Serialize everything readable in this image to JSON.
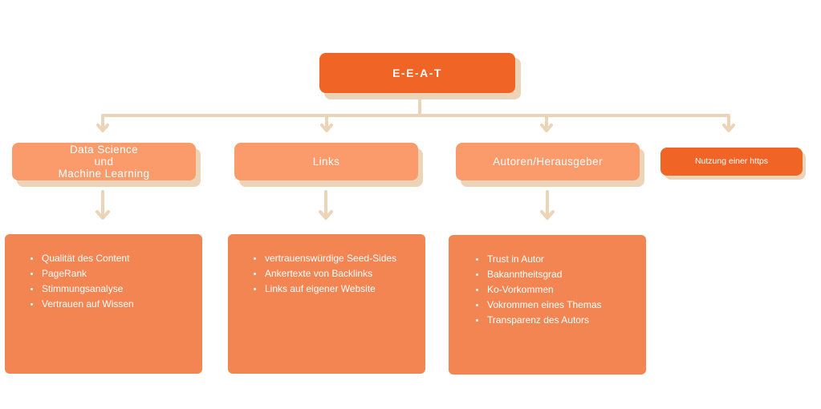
{
  "root": {
    "label": "E-E-A-T"
  },
  "categories": [
    {
      "id": "data-science",
      "lines": [
        "Data Science",
        "und",
        "Machine Learning"
      ]
    },
    {
      "id": "links",
      "lines": [
        "Links"
      ]
    },
    {
      "id": "autoren",
      "lines": [
        "Autoren/Herausgeber"
      ]
    },
    {
      "id": "https",
      "lines": [
        "Nutzung einer https"
      ]
    }
  ],
  "details": {
    "data-science": [
      "Qualität des Content",
      "PageRank",
      "Stimmungsanalyse",
      "Vertrauen auf Wissen"
    ],
    "links": [
      "vertrauenswürdige Seed-Sides",
      "Ankertexte von Backlinks",
      "Links auf eigener Website"
    ],
    "autoren": [
      "Trust in Autor",
      "Bakanntheitsgrad",
      "Ko-Vorkommen",
      "Vokrommen eines Themas",
      "Transparenz des Autors"
    ]
  },
  "colors": {
    "primary": "#f06426",
    "category": "#fb9a6a",
    "content": "#f38553",
    "connector": "#ecd4b8"
  }
}
